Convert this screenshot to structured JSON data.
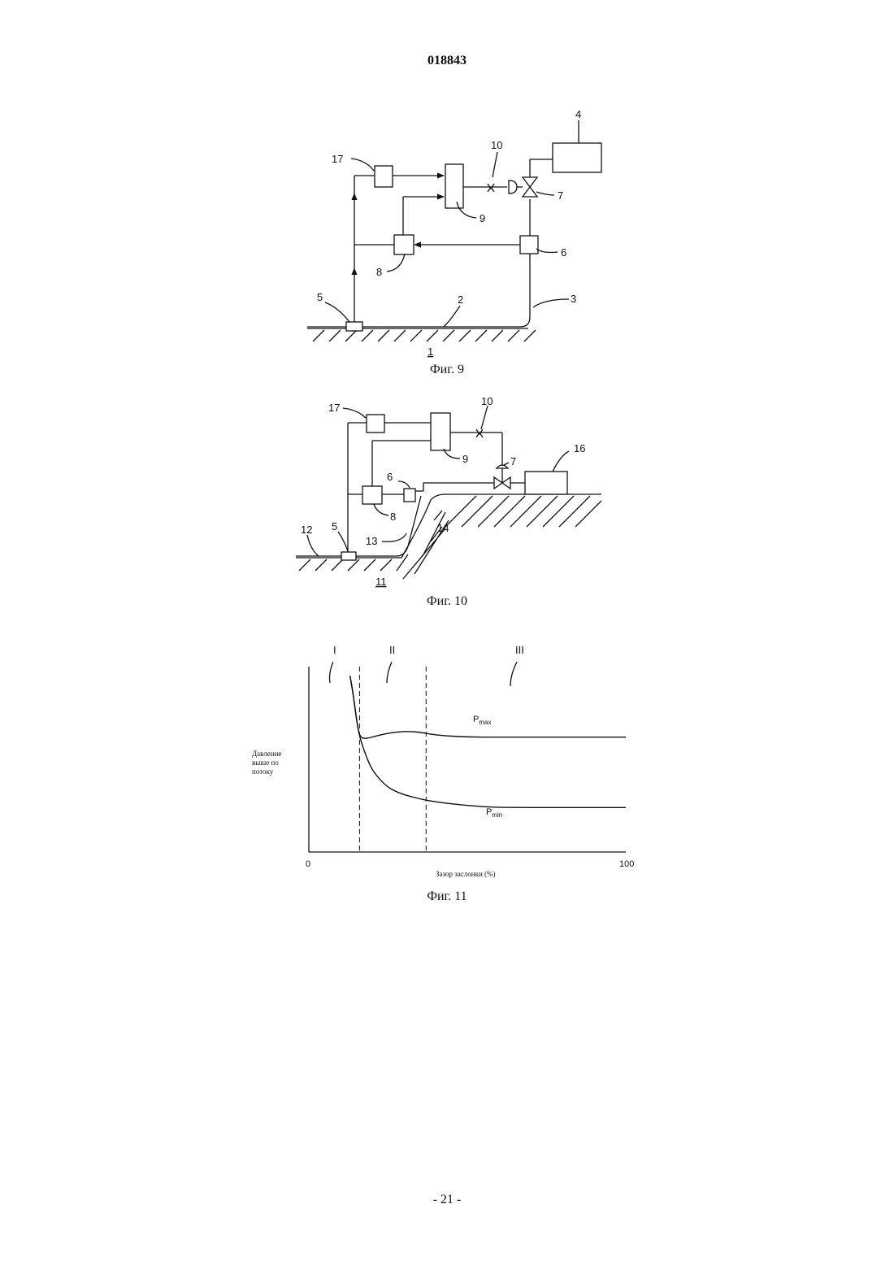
{
  "header": {
    "doc_number": "018843"
  },
  "footer": {
    "page": "- 21 -"
  },
  "fig9": {
    "caption": "Фиг. 9",
    "labels": [
      "1",
      "2",
      "3",
      "4",
      "5",
      "6",
      "7",
      "8",
      "9",
      "10",
      "17"
    ]
  },
  "fig10": {
    "caption": "Фиг. 10",
    "labels": [
      "5",
      "6",
      "7",
      "8",
      "9",
      "10",
      "11",
      "12",
      "13",
      "14",
      "16",
      "17"
    ]
  },
  "fig11": {
    "caption": "Фиг. 11",
    "ylabel_lines": [
      "Давление",
      "выше по",
      "потоку"
    ],
    "xlabel": "Зазор заслонки (%)",
    "zones": [
      "I",
      "II",
      "III"
    ],
    "pmax_label": {
      "base": "P",
      "sub": "max"
    },
    "pmin_label": {
      "base": "P",
      "sub": "min"
    },
    "chart_data": {
      "type": "line",
      "xlabel": "Зазор заслонки (%)",
      "ylabel": "Давление выше по потоку",
      "xlim": [
        0,
        100
      ],
      "x_ticks": [
        "0",
        "100"
      ],
      "zone_boundaries_x": [
        16,
        37
      ],
      "series": [
        {
          "name": "Pmax",
          "x": [
            13,
            14,
            15,
            16,
            18,
            22,
            28,
            34,
            40,
            50,
            60,
            80,
            100
          ],
          "y": [
            95,
            85,
            72,
            62,
            61,
            63,
            65,
            65,
            63,
            62,
            62,
            62,
            62
          ]
        },
        {
          "name": "Pmin",
          "x": [
            13,
            14,
            15,
            16,
            18,
            20,
            24,
            28,
            34,
            40,
            50,
            60,
            80,
            100
          ],
          "y": [
            95,
            85,
            72,
            62,
            52,
            44,
            36,
            32,
            29,
            27,
            25,
            24,
            24,
            24
          ]
        }
      ]
    }
  }
}
